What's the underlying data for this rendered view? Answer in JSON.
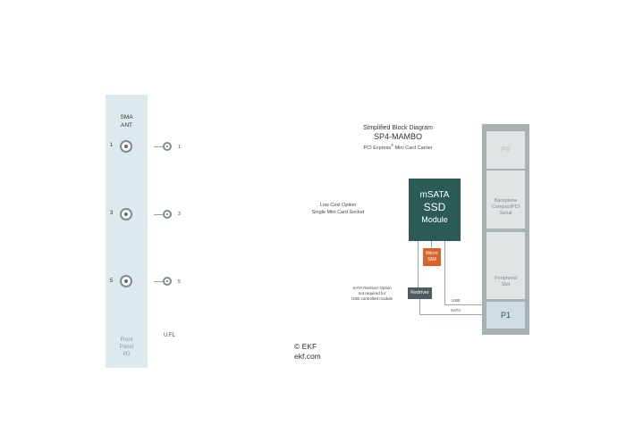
{
  "front_panel": {
    "title_line1": "SMA",
    "title_line2": "ANT",
    "ports": [
      "1",
      "3",
      "5"
    ],
    "footer_line1": "Front",
    "footer_line2": "Panel",
    "footer_line3": "I/O"
  },
  "ufl": {
    "ports": [
      "1",
      "3",
      "5"
    ],
    "label": "U.FL"
  },
  "copyright": {
    "line1": "© EKF",
    "line2": "ekf.com"
  },
  "diagram": {
    "title": "Simplified Block Diagram",
    "product": "SP4-MAMBO",
    "subtitle_pre": "PCI Express",
    "subtitle_sup": "®",
    "subtitle_post": " Mini Card Carrier",
    "option_line1": "Low Cost Option",
    "option_line2": "Single Mini Card Socket",
    "ssd_line1": "mSATA",
    "ssd_line2": "SSD",
    "ssd_line3": "Module",
    "sim_line1": "Micro",
    "sim_line2": "SIM",
    "redriver": "Redriver",
    "redriver_note_line1": "SATA Redriver Option",
    "redriver_note_line2": "not required for",
    "redriver_note_line3": "USB controlled module",
    "usb_label": "USB",
    "sata_label": "SATA",
    "slot_p6": "P6",
    "slot_backplane_line1": "Backplane",
    "slot_backplane_line2": "CompactPCI",
    "slot_backplane_line3": "Serial",
    "slot_peripheral_line1": "Peripheral",
    "slot_peripheral_line2": "Slot",
    "slot_p1": "P1"
  }
}
